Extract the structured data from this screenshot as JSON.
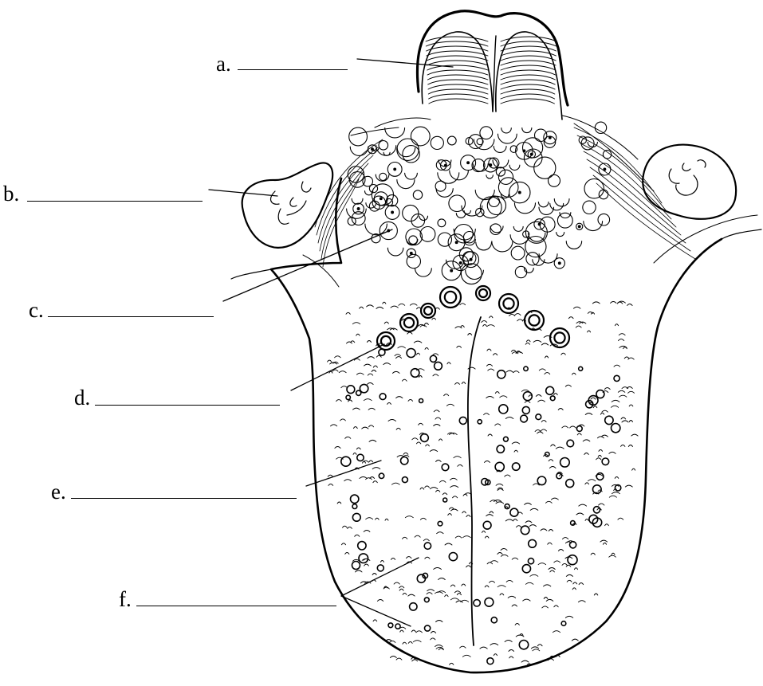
{
  "labels": [
    {
      "id": "a",
      "text": "a."
    },
    {
      "id": "b",
      "text": "b."
    },
    {
      "id": "c",
      "text": "c."
    },
    {
      "id": "d",
      "text": "d."
    },
    {
      "id": "e",
      "text": "e."
    },
    {
      "id": "f",
      "text": "f."
    }
  ],
  "colors": {
    "ink": "#000000",
    "paper": "#ffffff"
  }
}
